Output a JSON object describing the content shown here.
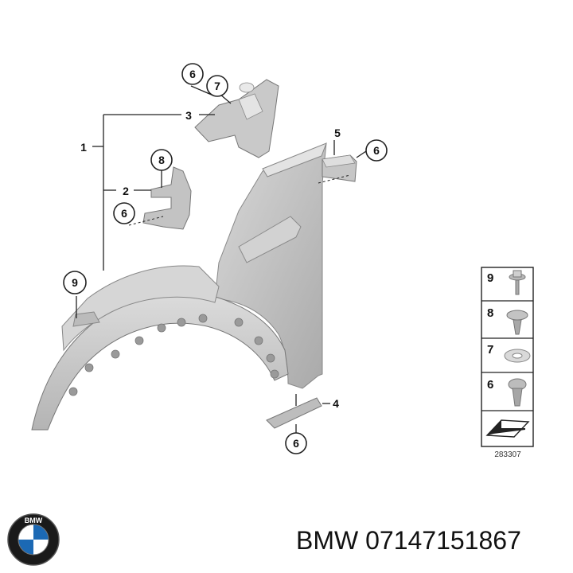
{
  "diagram": {
    "callouts": {
      "c1": "1",
      "c2": "2",
      "c3": "3",
      "c4": "4",
      "c5": "5",
      "c6a": "6",
      "c6b": "6",
      "c6c": "6",
      "c6d": "6",
      "c7": "7",
      "c8": "8",
      "c9": "9"
    },
    "legend": [
      "9",
      "8",
      "7",
      "6"
    ],
    "drawing_code": "283307"
  },
  "footer": {
    "brand_part": "BMW 07147151867",
    "logo": {
      "icon": "bmw-roundel-logo",
      "letters": "BMW",
      "colors": {
        "blue": "#1c69b4",
        "ring": "#1a1a1a"
      }
    }
  },
  "colors": {
    "part_fill": "#c6c6c6",
    "part_dark": "#9c9c9c",
    "line": "#222222"
  }
}
